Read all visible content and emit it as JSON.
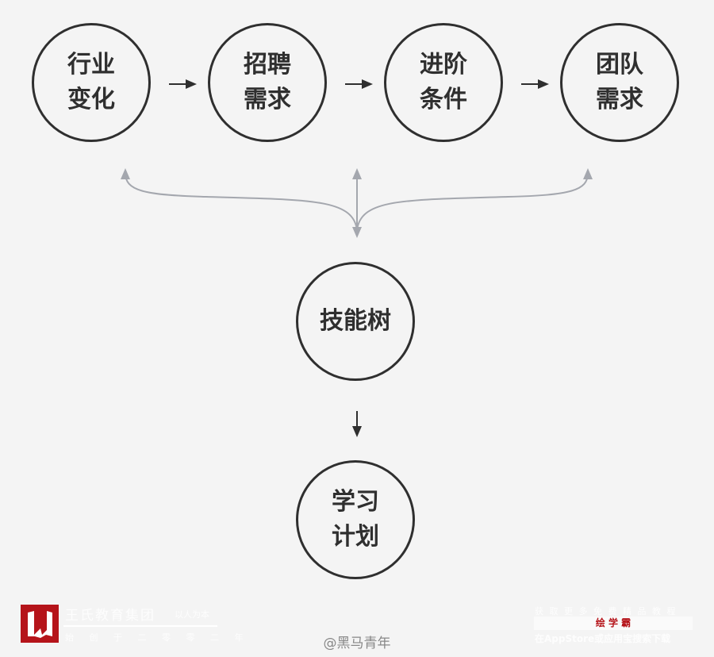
{
  "top_nodes": [
    {
      "line1": "行业",
      "line2": "变化"
    },
    {
      "line1": "招聘",
      "line2": "需求"
    },
    {
      "line1": "进阶",
      "line2": "条件"
    },
    {
      "line1": "团队",
      "line2": "需求"
    }
  ],
  "center_node": {
    "label": "技能树"
  },
  "bottom_node": {
    "line1": "学习",
    "line2": "计划"
  },
  "colors": {
    "node_border": "#2f2f2f",
    "connector": "#a4a7ae",
    "brand_red": "#b5141a"
  },
  "footer": {
    "left_brand": "王氏教育集团",
    "left_slogan": "以人为本",
    "left_sub": "始 创 于 二 零 零 二 年",
    "watermark": "@黑马青年",
    "right_top": "获 取 更 多 免 费 精 品 教 程",
    "right_app": "绘 学 霸",
    "right_bottom": "在AppStore或应用宝搜索下载"
  }
}
